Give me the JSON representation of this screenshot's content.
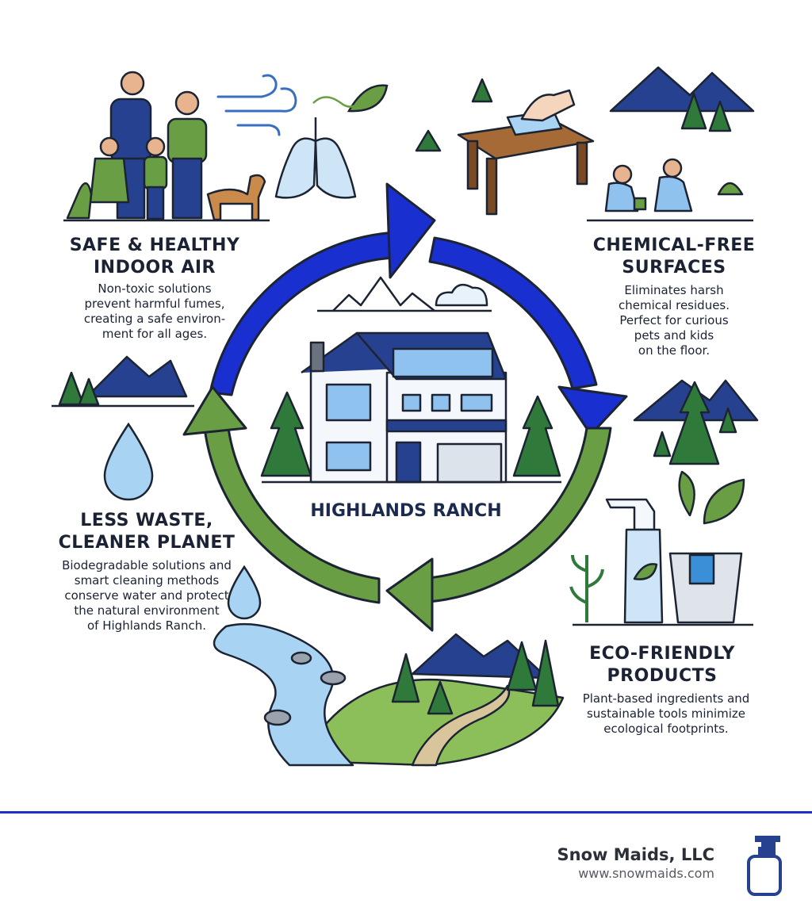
{
  "center": {
    "title": "HIGHLANDS RANCH"
  },
  "benefits": [
    {
      "heading": [
        "SAFE & HEALTHY",
        "INDOOR AIR"
      ],
      "description": [
        "Non-toxic solutions",
        "prevent harmful fumes,",
        "creating a safe environ-",
        "ment for all ages."
      ]
    },
    {
      "heading": [
        "CHEMICAL-FREE",
        "SURFACES"
      ],
      "description": [
        "Eliminates harsh",
        "chemical residues.",
        "Perfect for curious",
        "pets and kids",
        "on the floor."
      ]
    },
    {
      "heading": [
        "ECO-FRIENDLY",
        "PRODUCTS"
      ],
      "description": [
        "Plant-based ingredients and",
        "sustainable tools minimize",
        "ecological footprints."
      ]
    },
    {
      "heading": [
        "LESS WASTE,",
        "CLEANER PLANET"
      ],
      "description": [
        "Biodegradable solutions and",
        "smart cleaning methods",
        "conserve water and protect",
        "the natural environment",
        "of Highlands Ranch."
      ]
    }
  ],
  "footer": {
    "company": "Snow Maids, LLC",
    "url": "www.snowmaids.com"
  },
  "colors": {
    "blue_arrow": "#1a2fd0",
    "green_arrow": "#6a9e45",
    "outline": "#1c2433",
    "footer_rule": "#1d2fc8"
  }
}
